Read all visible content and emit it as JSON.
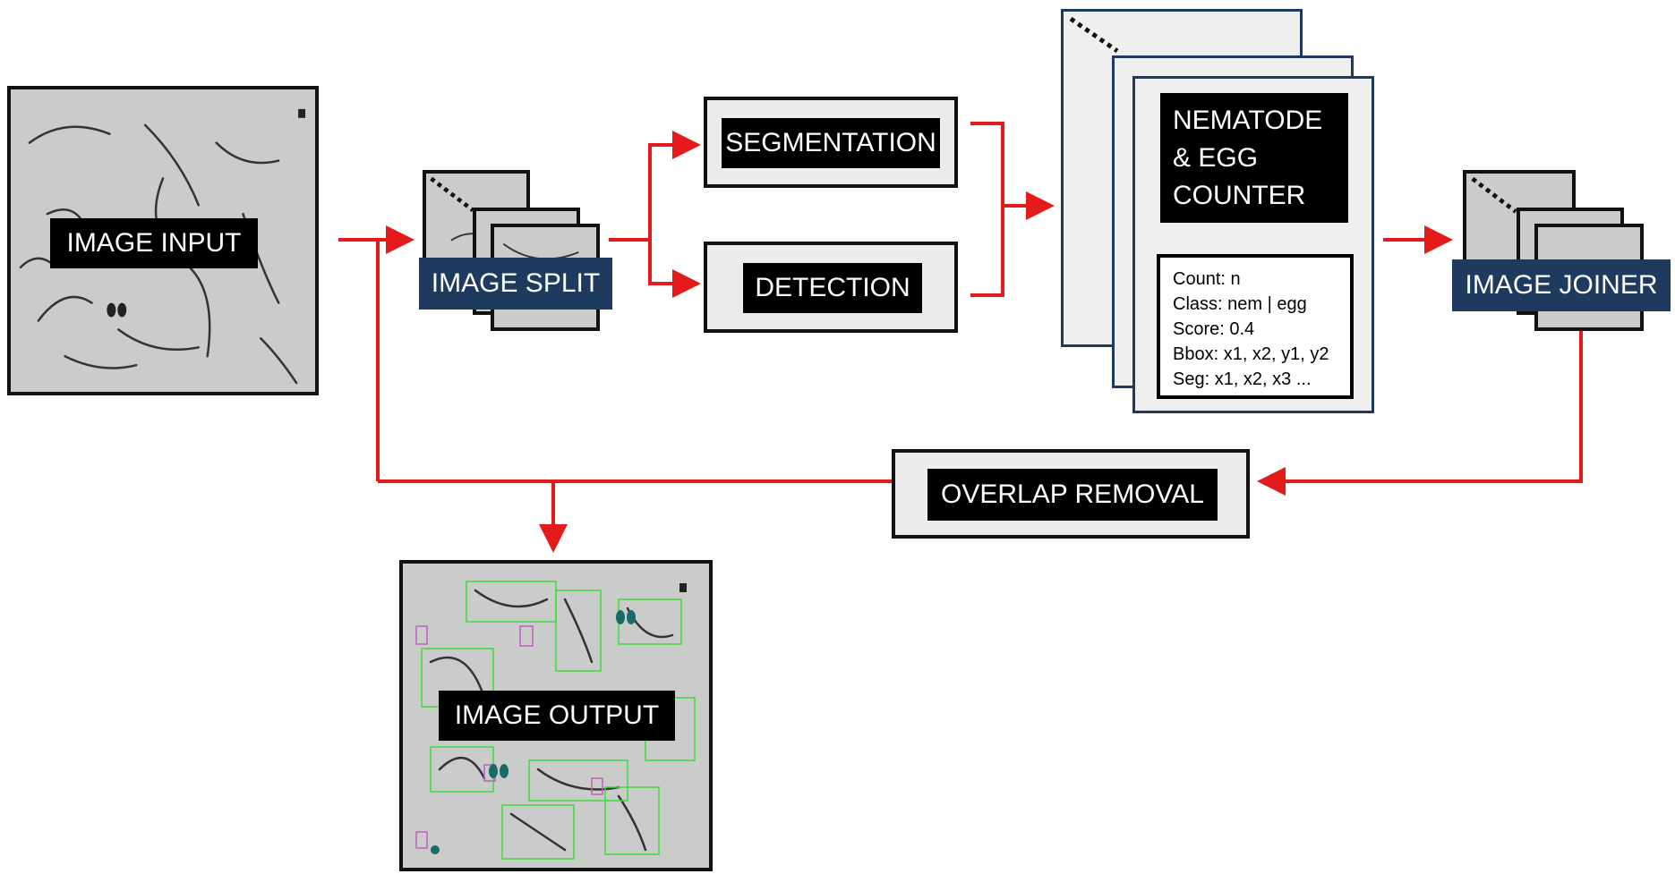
{
  "diagram": {
    "image_input": "IMAGE INPUT",
    "image_split": "IMAGE SPLIT",
    "segmentation": "SEGMENTATION",
    "detection": "DETECTION",
    "counter_title_lines": [
      "NEMATODE",
      "& EGG",
      "COUNTER"
    ],
    "counter_fields": [
      "Count: n",
      "Class: nem | egg",
      "Score: 0.4",
      "Bbox: x1, x2, y1, y2",
      "Seg: x1, x2, x3 ..."
    ],
    "image_joiner": "IMAGE JOINER",
    "overlap_removal": "OVERLAP REMOVAL",
    "image_output": "IMAGE OUTPUT"
  },
  "colors": {
    "arrow": "#e31b1b",
    "navy_label": "#1f3a5f",
    "label_bg": "#000000",
    "tile_bg": "#c9ccc9",
    "box_bg": "#ececec",
    "detection_box_green": "#3ddc3d",
    "detection_box_pink": "#c060c0"
  }
}
